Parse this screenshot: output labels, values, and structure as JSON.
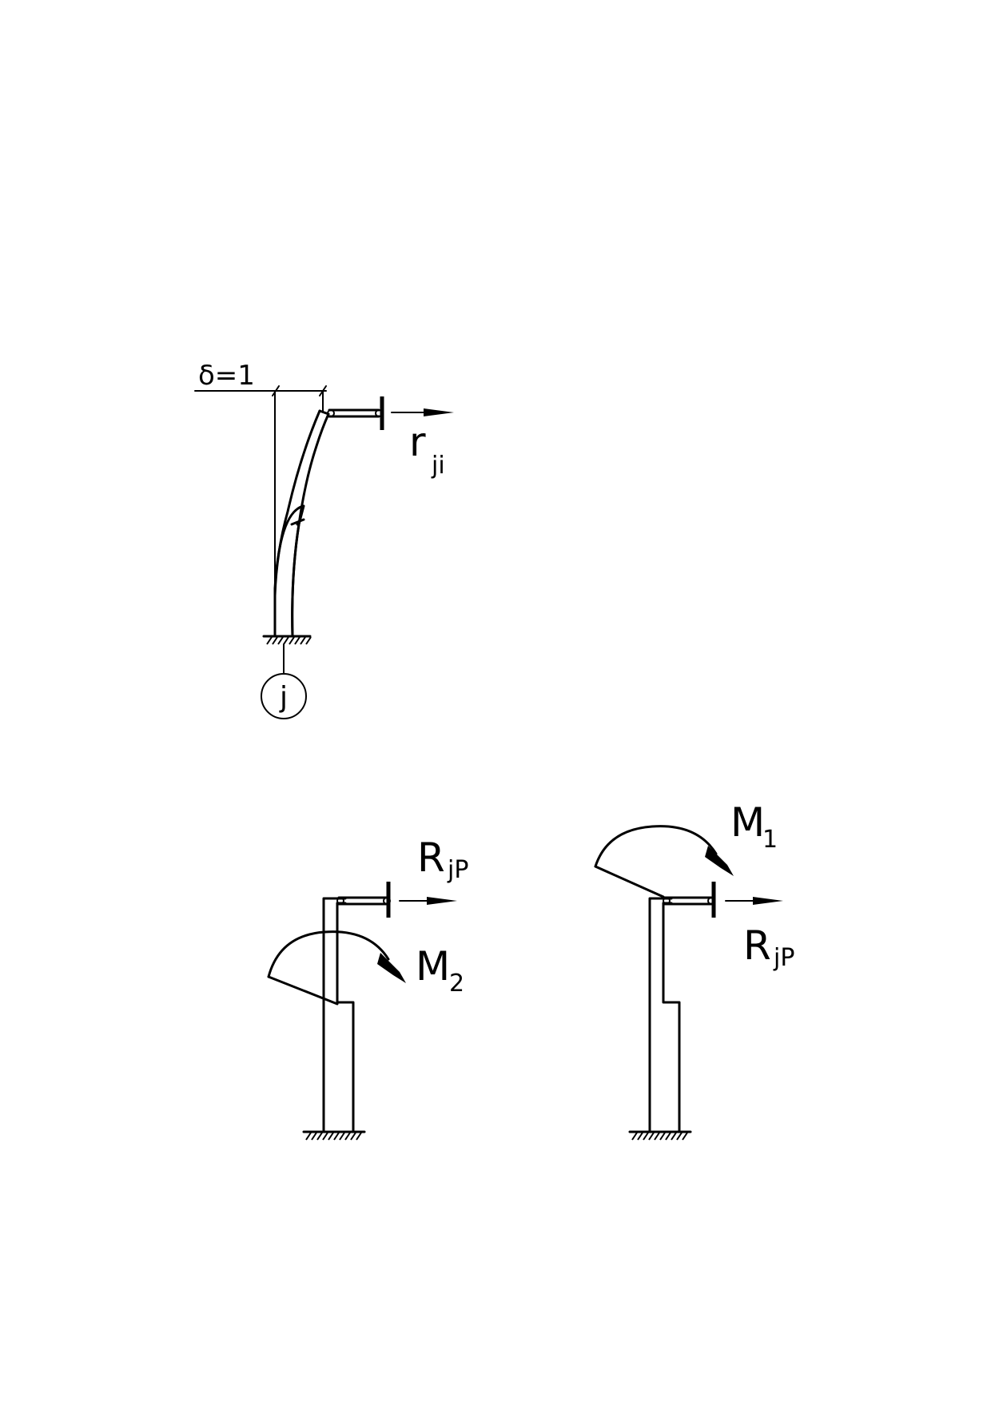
{
  "diagram1": {
    "delta_label": "δ=1",
    "reaction_symbol": "r",
    "reaction_subscript": "ji",
    "node_label": "j"
  },
  "diagram2": {
    "reaction_symbol": "R",
    "reaction_subscript": "jP",
    "moment_symbol": "M",
    "moment_subscript": "2"
  },
  "diagram3": {
    "reaction_symbol": "R",
    "reaction_subscript": "jP",
    "moment_symbol": "M",
    "moment_subscript": "1"
  }
}
